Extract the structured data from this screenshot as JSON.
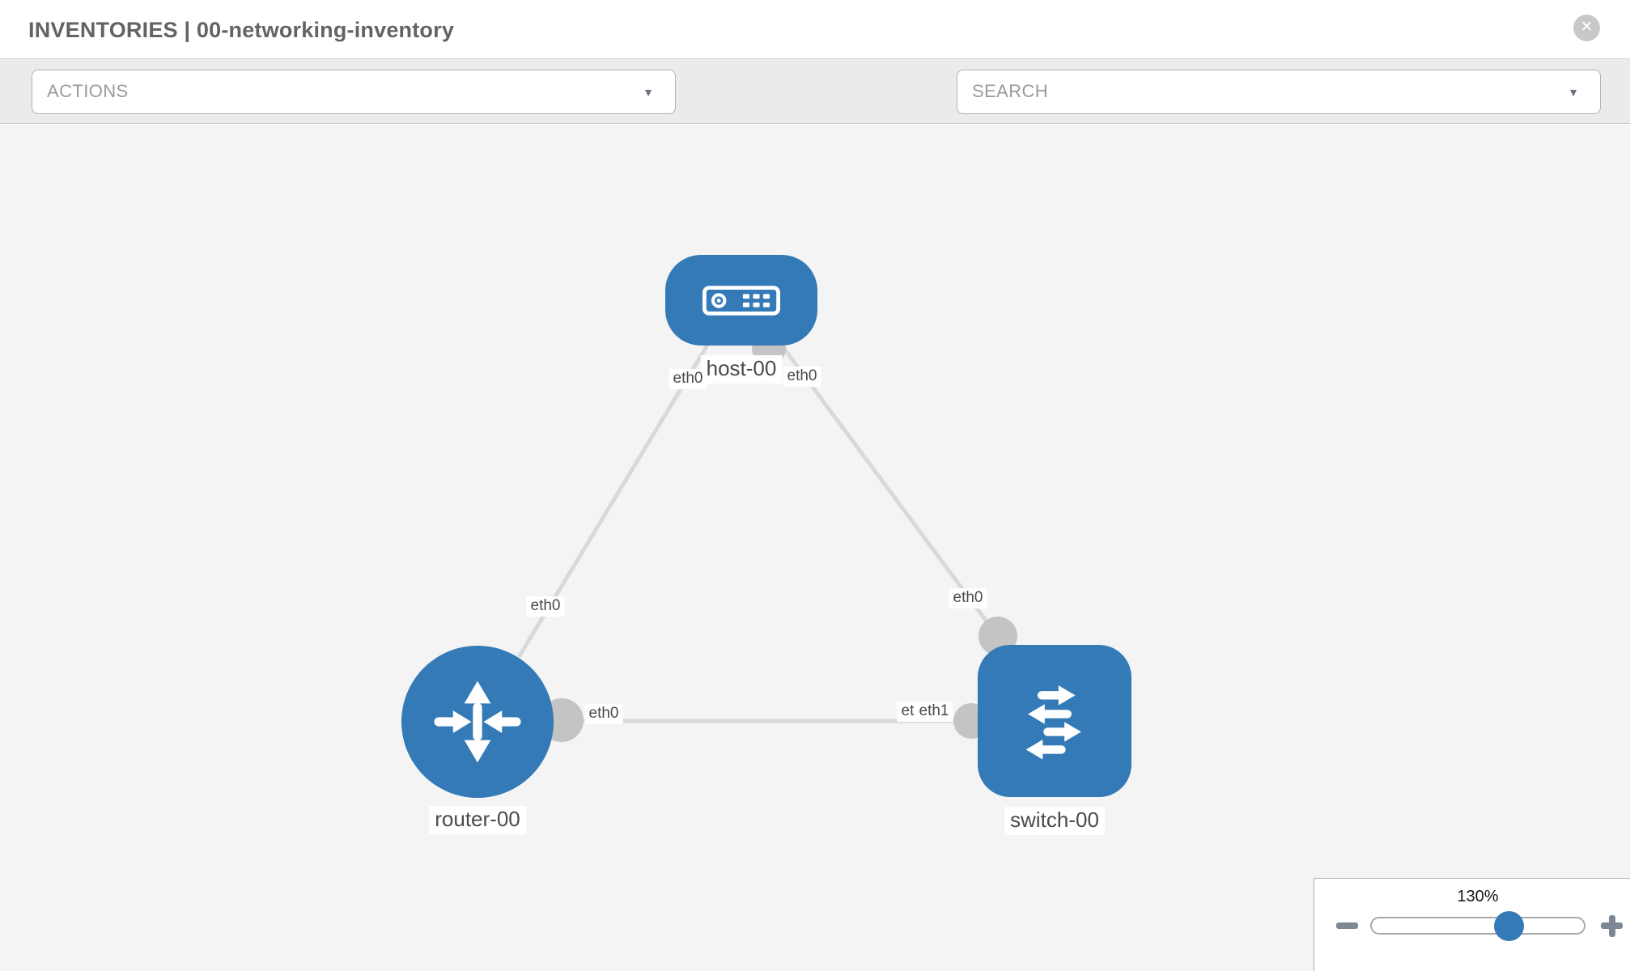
{
  "header": {
    "title": "INVENTORIES | 00-networking-inventory",
    "close_glyph": "✕"
  },
  "toolbar": {
    "actions": {
      "label": "ACTIONS",
      "caret": "▼"
    },
    "search": {
      "placeholder": "SEARCH",
      "caret": "▼"
    },
    "tool_icons": [
      "wrench-icon",
      "key-icon"
    ]
  },
  "topology": {
    "nodes": [
      {
        "id": "host-00",
        "type": "host",
        "label": "host-00"
      },
      {
        "id": "router-00",
        "type": "router",
        "label": "router-00"
      },
      {
        "id": "switch-00",
        "type": "switch",
        "label": "switch-00"
      }
    ],
    "links": [
      {
        "from": "host-00",
        "from_iface": "eth0",
        "to": "router-00",
        "to_iface": "eth0"
      },
      {
        "from": "host-00",
        "from_iface": "eth0",
        "to": "switch-00",
        "to_iface": "eth0"
      },
      {
        "from": "router-00",
        "from_iface": "eth0",
        "to": "switch-00",
        "to_iface": "eth1"
      }
    ],
    "node_labels": {
      "host": "host-00",
      "router": "router-00",
      "switch": "switch-00"
    },
    "iface_labels": {
      "host_router_at_host": "eth0",
      "host_switch_at_host": "eth0",
      "host_router_at_router": "eth0",
      "host_switch_at_switch": "eth0",
      "router_switch_at_router": "eth0",
      "router_switch_at_switch_back": "eth1",
      "router_switch_at_switch_front": "eth1"
    }
  },
  "zoom_control": {
    "level": "130%",
    "minus_icon": "minus-icon",
    "plus_icon": "plus-icon"
  },
  "colors": {
    "node_fill": "#337ab7",
    "link": "#d9d9d9",
    "connector": "#c4c4c4",
    "canvas_bg": "#f4f4f4",
    "toolbar_bg": "#ebebeb",
    "slider_thumb": "#337ab7",
    "icon_gray": "#7a8290"
  }
}
